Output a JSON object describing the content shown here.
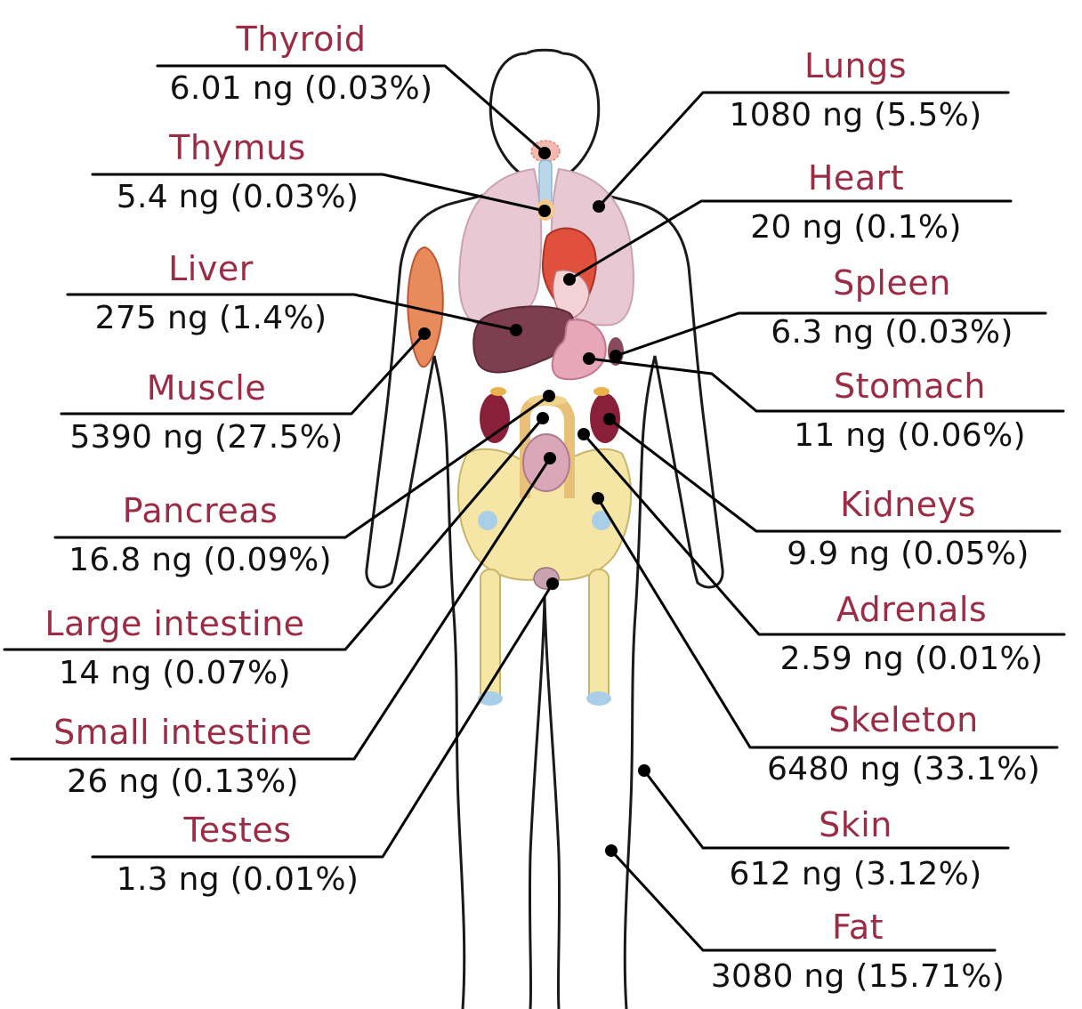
{
  "palette": {
    "label_color": "#9b2c45",
    "value_color": "#111111",
    "leader_color": "#000000",
    "body_outline": "#1a1a1a",
    "lungs": "#e8c9d3",
    "liver": "#7d3f4f",
    "kidneys": "#8a1f3a",
    "skeleton": "#f5e6a6",
    "joints": "#a9cfe8",
    "muscle": "#e88a5c",
    "thyroid": "#f3b8b0",
    "thymus": "#f6c98a",
    "stomach": "#e8a6b9",
    "heart": "#e0503c",
    "intestine": "#d9a7b8"
  },
  "organs": [
    {
      "name": "Thyroid",
      "amount": "6.01 ng (0.03%)"
    },
    {
      "name": "Thymus",
      "amount": "5.4 ng (0.03%)"
    },
    {
      "name": "Liver",
      "amount": "275 ng (1.4%)"
    },
    {
      "name": "Muscle",
      "amount": "5390 ng (27.5%)"
    },
    {
      "name": "Pancreas",
      "amount": "16.8 ng (0.09%)"
    },
    {
      "name": "Large intestine",
      "amount": "14 ng (0.07%)"
    },
    {
      "name": "Small intestine",
      "amount": "26 ng (0.13%)"
    },
    {
      "name": "Testes",
      "amount": "1.3 ng (0.01%)"
    },
    {
      "name": "Lungs",
      "amount": "1080 ng (5.5%)"
    },
    {
      "name": "Heart",
      "amount": "20 ng (0.1%)"
    },
    {
      "name": "Spleen",
      "amount": "6.3 ng (0.03%)"
    },
    {
      "name": "Stomach",
      "amount": "11 ng (0.06%)"
    },
    {
      "name": "Kidneys",
      "amount": "9.9 ng (0.05%)"
    },
    {
      "name": "Adrenals",
      "amount": "2.59 ng (0.01%)"
    },
    {
      "name": "Skeleton",
      "amount": "6480 ng (33.1%)"
    },
    {
      "name": "Skin",
      "amount": "612 ng (3.12%)"
    },
    {
      "name": "Fat",
      "amount": "3080 ng (15.71%)"
    }
  ]
}
